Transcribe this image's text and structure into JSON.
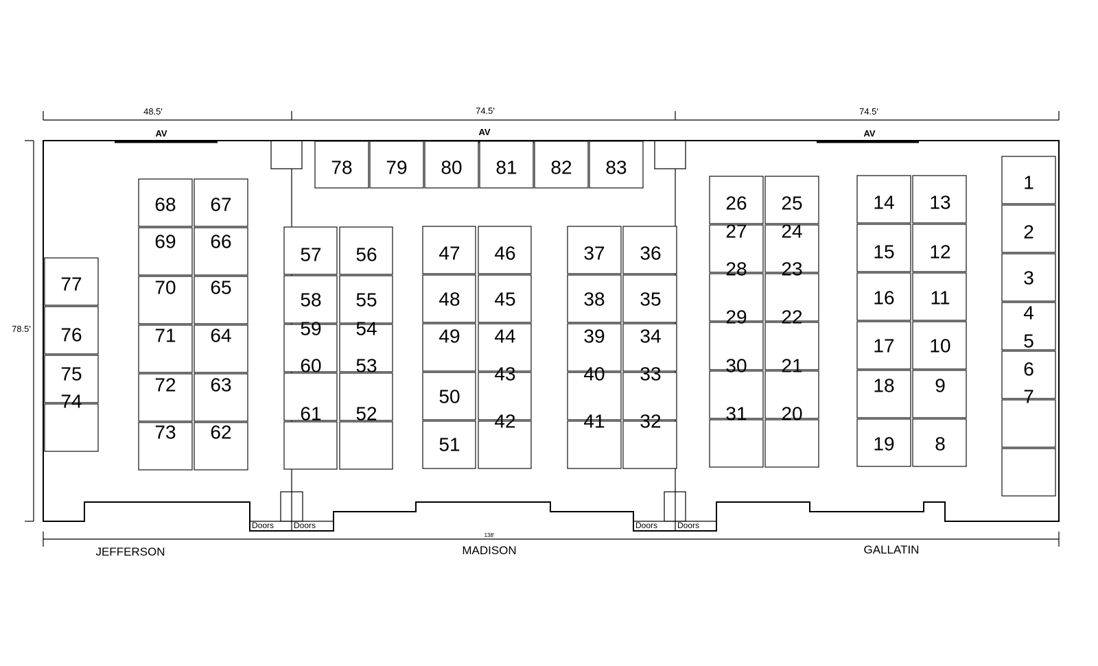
{
  "dimensions": {
    "jefferson_width": "48.5'",
    "madison_width": "74.5'",
    "gallatin_width": "74.5'",
    "depth": "78.5'",
    "total_length": "138'"
  },
  "av_label": "AV",
  "door_label": "Doors",
  "rooms": [
    "JEFFERSON",
    "MADISON",
    "GALLATIN"
  ],
  "booths": [
    "1",
    "2",
    "3",
    "4",
    "5",
    "6",
    "7",
    "8",
    "9",
    "10",
    "11",
    "12",
    "13",
    "14",
    "15",
    "16",
    "17",
    "18",
    "19",
    "20",
    "21",
    "22",
    "23",
    "24",
    "25",
    "26",
    "27",
    "28",
    "29",
    "30",
    "31",
    "32",
    "33",
    "34",
    "35",
    "36",
    "37",
    "38",
    "39",
    "40",
    "41",
    "42",
    "43",
    "44",
    "45",
    "46",
    "47",
    "48",
    "49",
    "50",
    "51",
    "52",
    "53",
    "54",
    "55",
    "56",
    "57",
    "58",
    "59",
    "60",
    "61",
    "62",
    "63",
    "64",
    "65",
    "66",
    "67",
    "68",
    "69",
    "70",
    "71",
    "72",
    "73",
    "74",
    "75",
    "76",
    "77",
    "78",
    "79",
    "80",
    "81",
    "82",
    "83"
  ]
}
